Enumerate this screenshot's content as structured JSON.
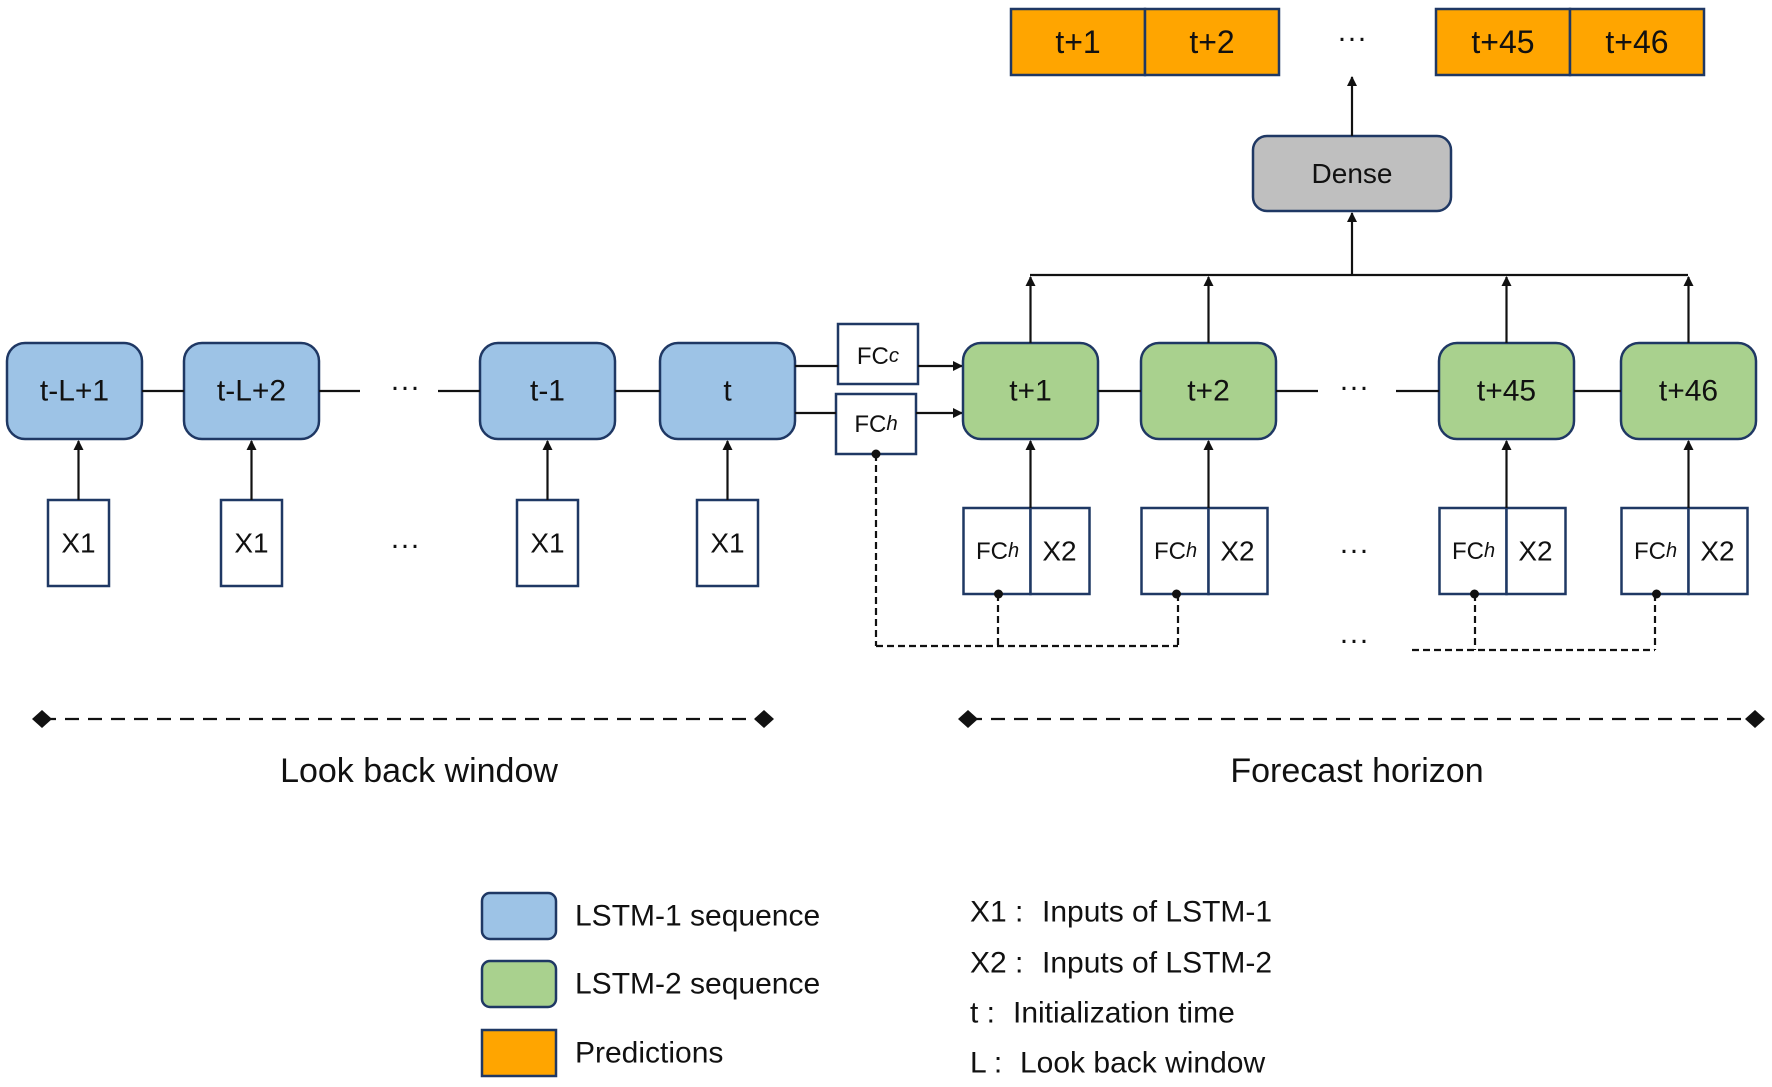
{
  "colors": {
    "lstm1": "#9dc3e6",
    "lstm2": "#a9d18e",
    "prediction": "#ffa500",
    "dense": "#bfbfbf",
    "border": "#1f3864"
  },
  "lstm1_cells": [
    "t-L+1",
    "t-L+2",
    "t-1",
    "t"
  ],
  "lstm1_inputs": [
    "X1",
    "X1",
    "X1",
    "X1"
  ],
  "ellipsis": "···",
  "fc_c": {
    "base": "FC",
    "sub": "c"
  },
  "fc_h": {
    "base": "FC",
    "sub": "h"
  },
  "lstm2_cells": [
    "t+1",
    "t+2",
    "t+45",
    "t+46"
  ],
  "lstm2_inputs": [
    {
      "fc": "FC",
      "sub": "h",
      "x": "X2"
    },
    {
      "fc": "FC",
      "sub": "h",
      "x": "X2"
    },
    {
      "fc": "FC",
      "sub": "h",
      "x": "X2"
    },
    {
      "fc": "FC",
      "sub": "h",
      "x": "X2"
    }
  ],
  "dense_label": "Dense",
  "predictions": [
    "t+1",
    "t+2",
    "t+45",
    "t+46"
  ],
  "spans": {
    "look_back": "Look back window",
    "forecast": "Forecast horizon"
  },
  "legend": [
    {
      "label": "LSTM-1 sequence",
      "color_key": "lstm1"
    },
    {
      "label": "LSTM-2 sequence",
      "color_key": "lstm2"
    },
    {
      "label": "Predictions",
      "color_key": "prediction"
    }
  ],
  "definitions": [
    {
      "key": "X1",
      "text": "Inputs of LSTM-1"
    },
    {
      "key": "X2",
      "text": "Inputs of LSTM-2"
    },
    {
      "key": "t",
      "text": "Initialization time"
    },
    {
      "key": "L",
      "text": "Look back window"
    }
  ]
}
